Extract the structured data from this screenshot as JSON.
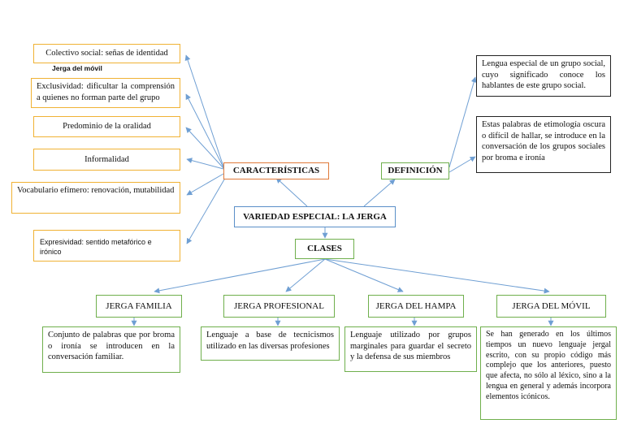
{
  "title": "VARIEDAD ESPECIAL: LA JERGA",
  "caracteristicas": {
    "label": "CARACTERÍSTICAS",
    "items": [
      "Colectivo social: señas de identidad",
      "Exclusividad: dificultar la comprensión a quienes no forman parte del grupo",
      "Predominio de la oralidad",
      "Informalidad",
      "Vocabulario efímero: renovación, mutabilidad",
      "Expresividad: sentido metafórico e irónico"
    ],
    "note": "Jerga del móvil"
  },
  "definicion": {
    "label": "DEFINICIÓN",
    "items": [
      "Lengua especial de un grupo social, cuyo significado conoce los hablantes de este grupo social.",
      "Estas palabras de etimología oscura o difícil de hallar, se introduce en la conversación de los grupos sociales por broma e ironía"
    ]
  },
  "clases": {
    "label": "CLASES",
    "items": [
      {
        "name": "JERGA FAMILIA",
        "desc": "Conjunto de palabras que por broma o ironía se introducen en la conversación familiar."
      },
      {
        "name": "JERGA PROFESIONAL",
        "desc": "Lenguaje a base de tecnicismos utilizado en las diversas profesiones"
      },
      {
        "name": "JERGA DEL HAMPA",
        "desc": "Lenguaje utilizado por grupos marginales para guardar el secreto y la defensa de sus miembros"
      },
      {
        "name": "JERGA DEL MÓVIL",
        "desc": "Se han generado en los últimos tiempos un nuevo lenguaje jergal escrito, con su propio código más complejo que los anteriores, puesto que afecta, no sólo al léxico, sino a la lengua en general y además incorpora elementos icónicos."
      }
    ]
  },
  "colors": {
    "connector": "#6f9fd3",
    "orange": "#f0b234",
    "green": "#6faf4c",
    "red": "#e07a3a",
    "blue": "#5a8fc8"
  }
}
